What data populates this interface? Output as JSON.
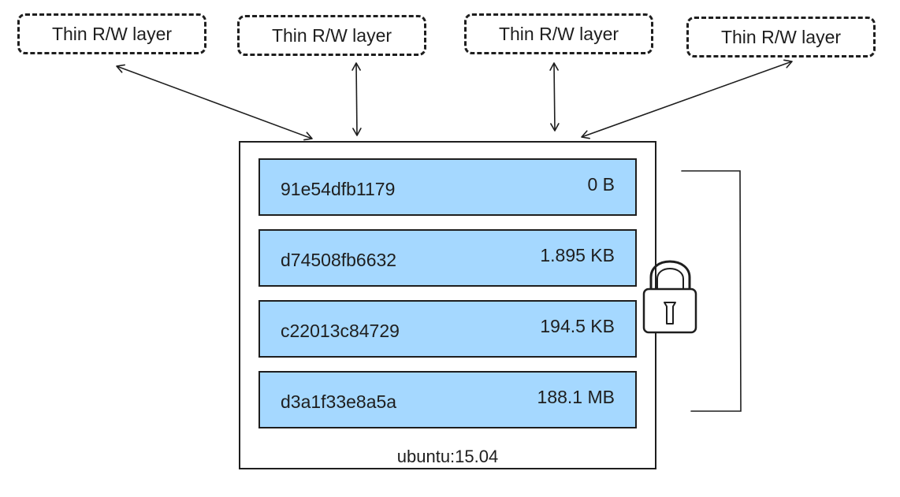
{
  "container_layers": [
    {
      "label": "Thin R/W layer"
    },
    {
      "label": "Thin R/W layer"
    },
    {
      "label": "Thin R/W layer"
    },
    {
      "label": "Thin R/W layer"
    }
  ],
  "image": {
    "name": "ubuntu:15.04",
    "layers": [
      {
        "id": "91e54dfb1179",
        "size": "0 B"
      },
      {
        "id": "d74508fb6632",
        "size": "1.895 KB"
      },
      {
        "id": "c22013c84729",
        "size": "194.5 KB"
      },
      {
        "id": "d3a1f33e8a5a",
        "size": "188.1 MB"
      }
    ]
  },
  "colors": {
    "layer_fill": "#a5d8ff",
    "stroke": "#1e1e1e"
  },
  "icons": [
    "double-arrow-icon",
    "padlock-icon",
    "bracket-icon"
  ]
}
